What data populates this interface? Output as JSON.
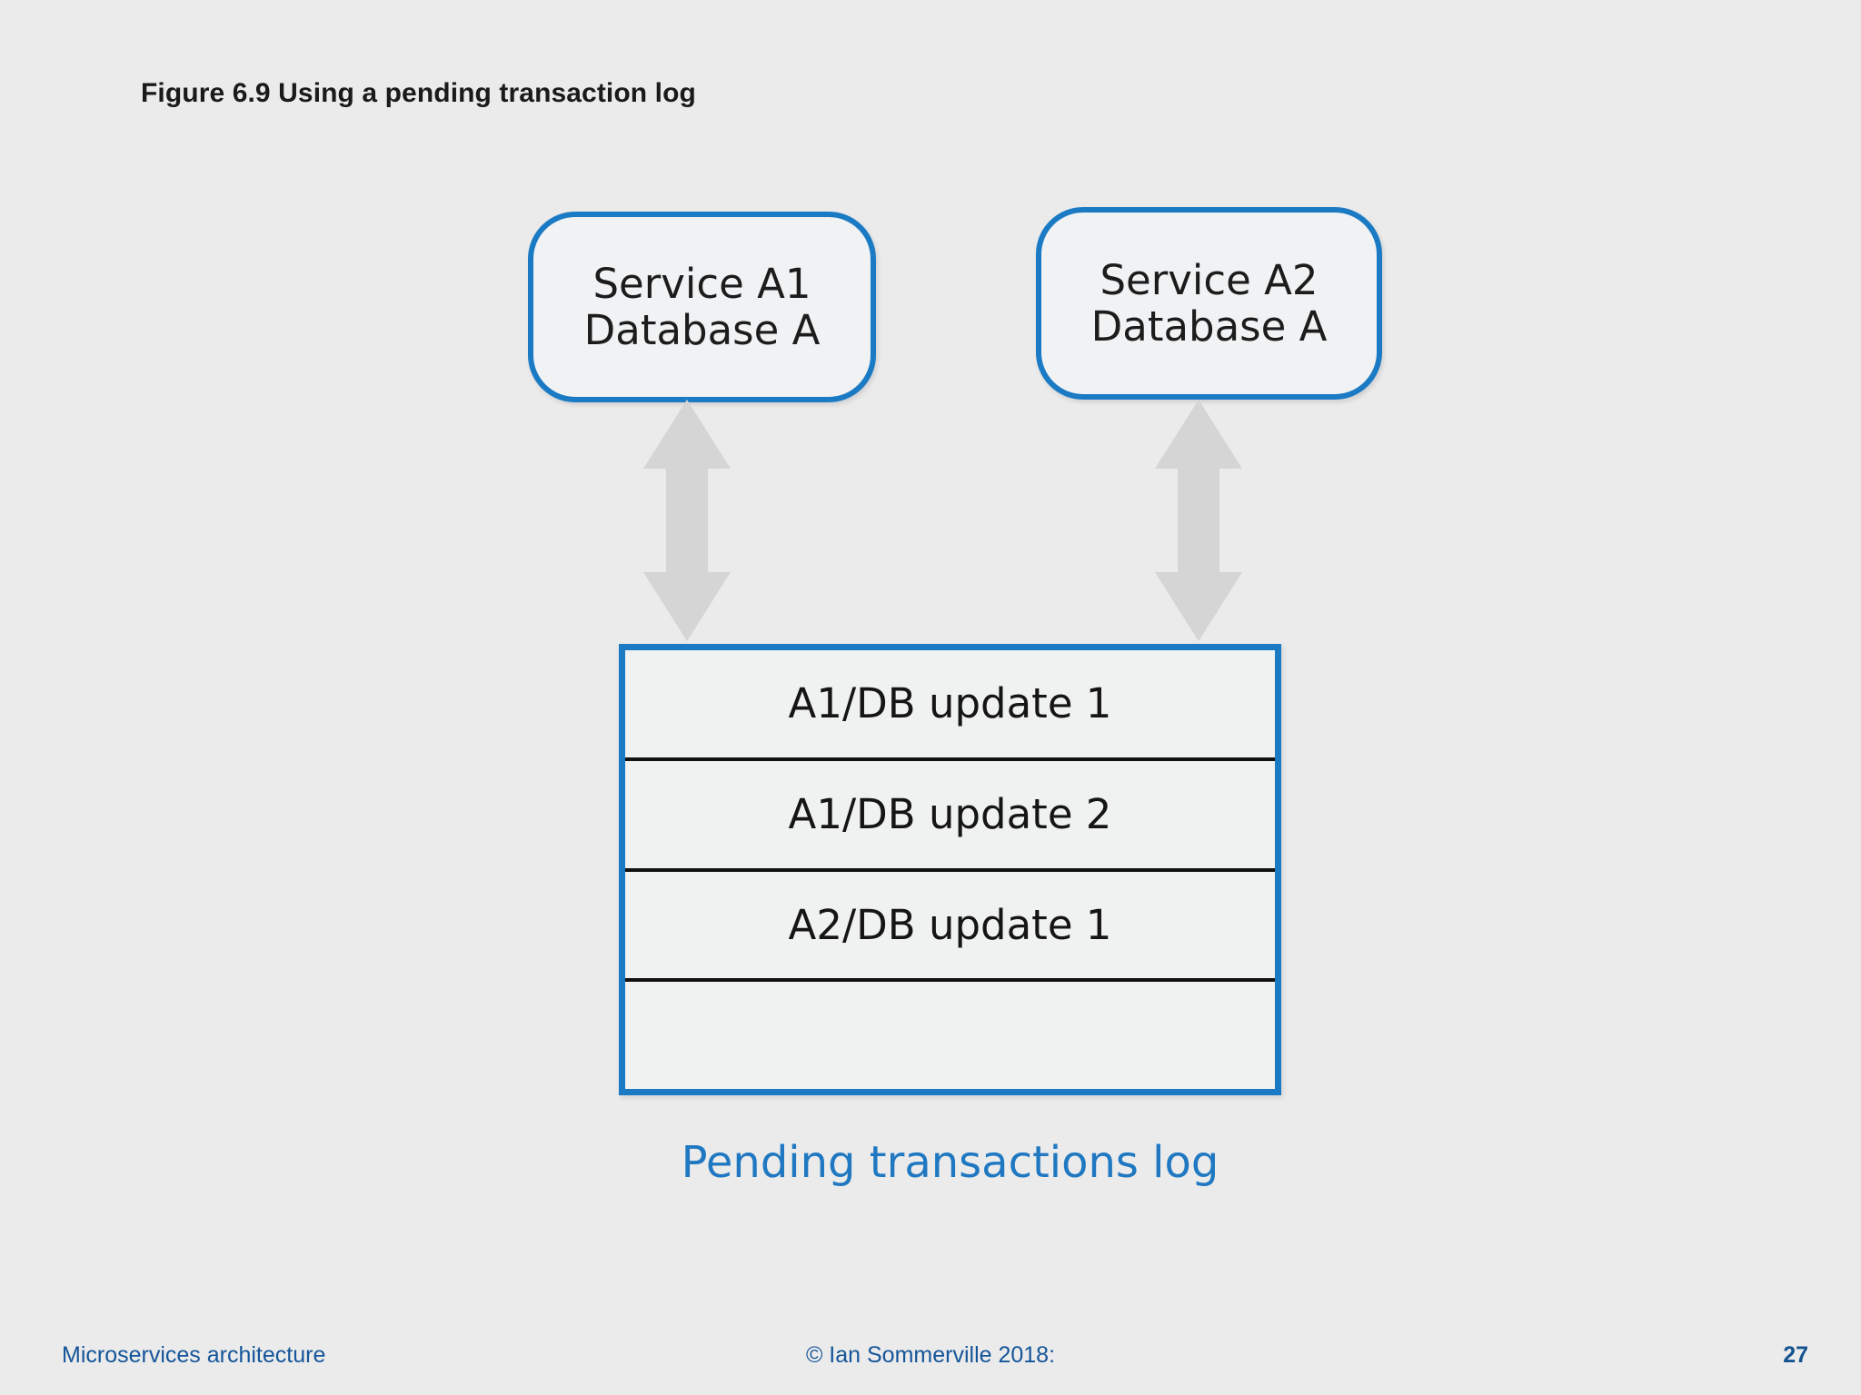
{
  "slide": {
    "title": "Figure 6.9 Using a pending transaction log",
    "background_color": "#ebebeb",
    "accent_color": "#1a7ac4",
    "arrow_color": "#d5d5d5"
  },
  "services": [
    {
      "id": "service-a1",
      "name": "Service A1",
      "database": "Database A",
      "border_color": "#1a7ac4",
      "fill_color": "#f0f2f4"
    },
    {
      "id": "service-a2",
      "name": "Service A2",
      "database": "Database A",
      "border_color": "#1a7ac4",
      "fill_color": "#f0f2f4"
    }
  ],
  "connectors": [
    {
      "id": "arrow-a1-to-log",
      "from": "service-a1",
      "to": "pending-log",
      "style": "double-headed",
      "color": "#d5d5d5"
    },
    {
      "id": "arrow-a2-to-log",
      "from": "service-a2",
      "to": "pending-log",
      "style": "double-headed",
      "color": "#d5d5d5"
    }
  ],
  "log": {
    "caption": "Pending transactions log",
    "caption_color": "#1f78c1",
    "border_color": "#1a7ac4",
    "row_divider_color": "#111111",
    "rows": [
      {
        "text": "A1/DB update 1"
      },
      {
        "text": "A1/DB update 2"
      },
      {
        "text": "A2/DB update 1"
      },
      {
        "text": ""
      }
    ]
  },
  "footer": {
    "left": "Microservices architecture",
    "center": "© Ian Sommerville 2018:",
    "page": "27",
    "color": "#15559a"
  }
}
